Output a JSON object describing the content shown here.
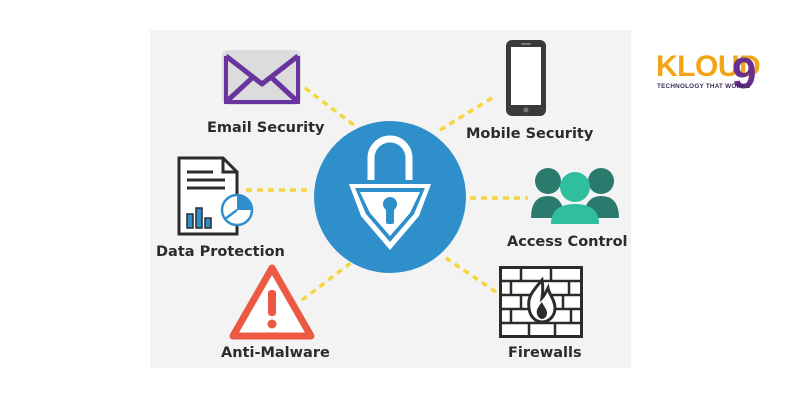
{
  "diagram": {
    "center": {
      "icon": "padlock-shield-icon",
      "color": "#2f8fcb"
    },
    "connector_color": "#f5d63c",
    "items": [
      {
        "key": "email",
        "label": "Email Security",
        "icon": "envelope-icon"
      },
      {
        "key": "mobile",
        "label": "Mobile Security",
        "icon": "smartphone-icon"
      },
      {
        "key": "data",
        "label": "Data Protection",
        "icon": "document-chart-icon"
      },
      {
        "key": "access",
        "label": "Access Control",
        "icon": "user-group-icon"
      },
      {
        "key": "malware",
        "label": "Anti-Malware",
        "icon": "warning-triangle-icon"
      },
      {
        "key": "firewall",
        "label": "Firewalls",
        "icon": "brick-wall-fire-icon"
      }
    ]
  },
  "logo": {
    "word": "KLOUD",
    "digit": "9",
    "tagline": "TECHNOLOGY THAT WORKS",
    "colors": {
      "word": "#f2a516",
      "digit": "#6a2f8c"
    }
  }
}
